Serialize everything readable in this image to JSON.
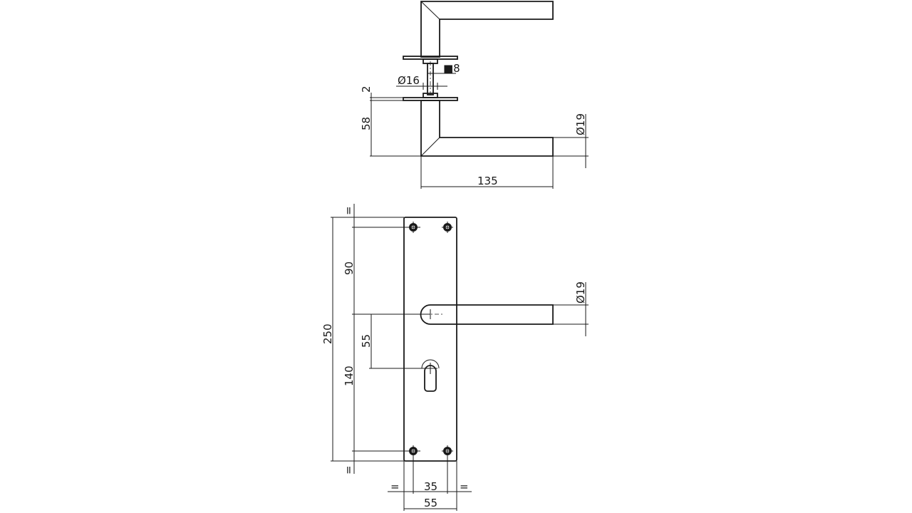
{
  "top_view": {
    "spindle_square": "■8",
    "spindle_round": "Ø16",
    "rose_thickness": "2",
    "rose_to_lever": "58",
    "lever_diameter": "Ø19",
    "lever_length": "135"
  },
  "front_view": {
    "equal_top": "=",
    "equal_bottom": "=",
    "upper_distance": "90",
    "plate_height": "250",
    "handle_to_cylinder": "55",
    "lower_distance": "140",
    "lever_diameter": "Ø19",
    "equal_left": "=",
    "hole_spacing": "35",
    "equal_right": "=",
    "plate_width": "55"
  }
}
